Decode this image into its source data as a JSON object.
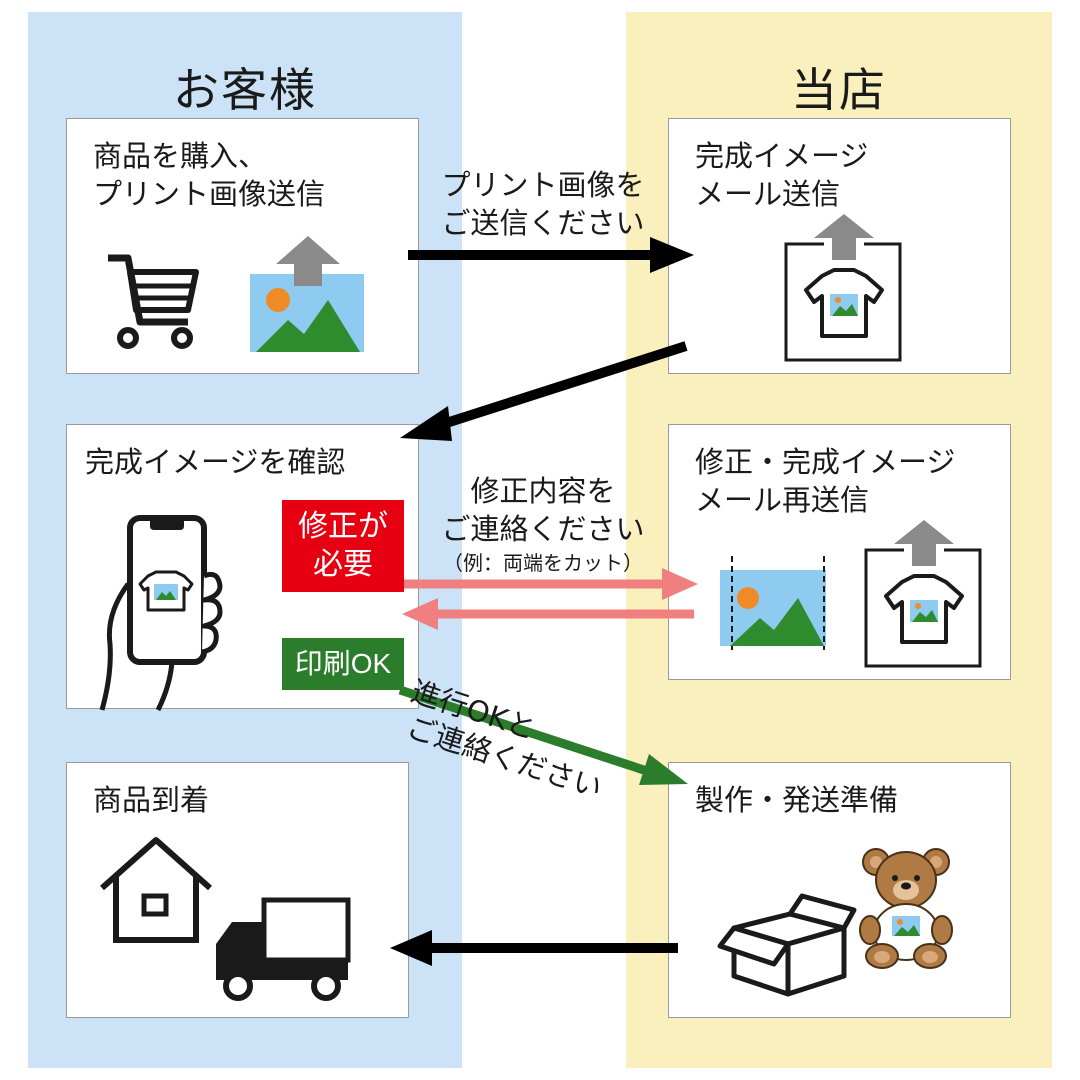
{
  "columns": {
    "customer_title": "お客様",
    "shop_title": "当店"
  },
  "steps": {
    "purchase": "商品を購入、\nプリント画像送信",
    "confirm": "完成イメージを確認",
    "arrival": "商品到着",
    "mockup_mail": "完成イメージ\nメール送信",
    "revision_mail": "修正・完成イメージ\nメール再送信",
    "production": "製作・発送準備"
  },
  "arrows": {
    "send_image": "プリント画像を\nご送信ください",
    "revision_request": "修正内容を\nご連絡ください",
    "revision_example": "（例：両端をカット）",
    "go_ahead_1": "進行OKと",
    "go_ahead_2": "ご連絡ください"
  },
  "badges": {
    "needs_fix": "修正が\n必要",
    "print_ok": "印刷OK"
  },
  "icons": [
    "cart-icon",
    "image-upload-icon",
    "tshirt-upload-icon",
    "smartphone-hand-icon",
    "cropped-image-icon",
    "house-icon",
    "truck-icon",
    "box-icon",
    "teddy-bear-icon"
  ],
  "colors": {
    "customer_bg": "#cbe2f7",
    "shop_bg": "#faf0be",
    "fix_red": "#e60012",
    "ok_green": "#2b7d2b",
    "revision_arrow": "#f08080",
    "image_sky": "#8fcaf0",
    "image_mountain": "#2e8b2e",
    "image_sun": "#f08c28"
  }
}
